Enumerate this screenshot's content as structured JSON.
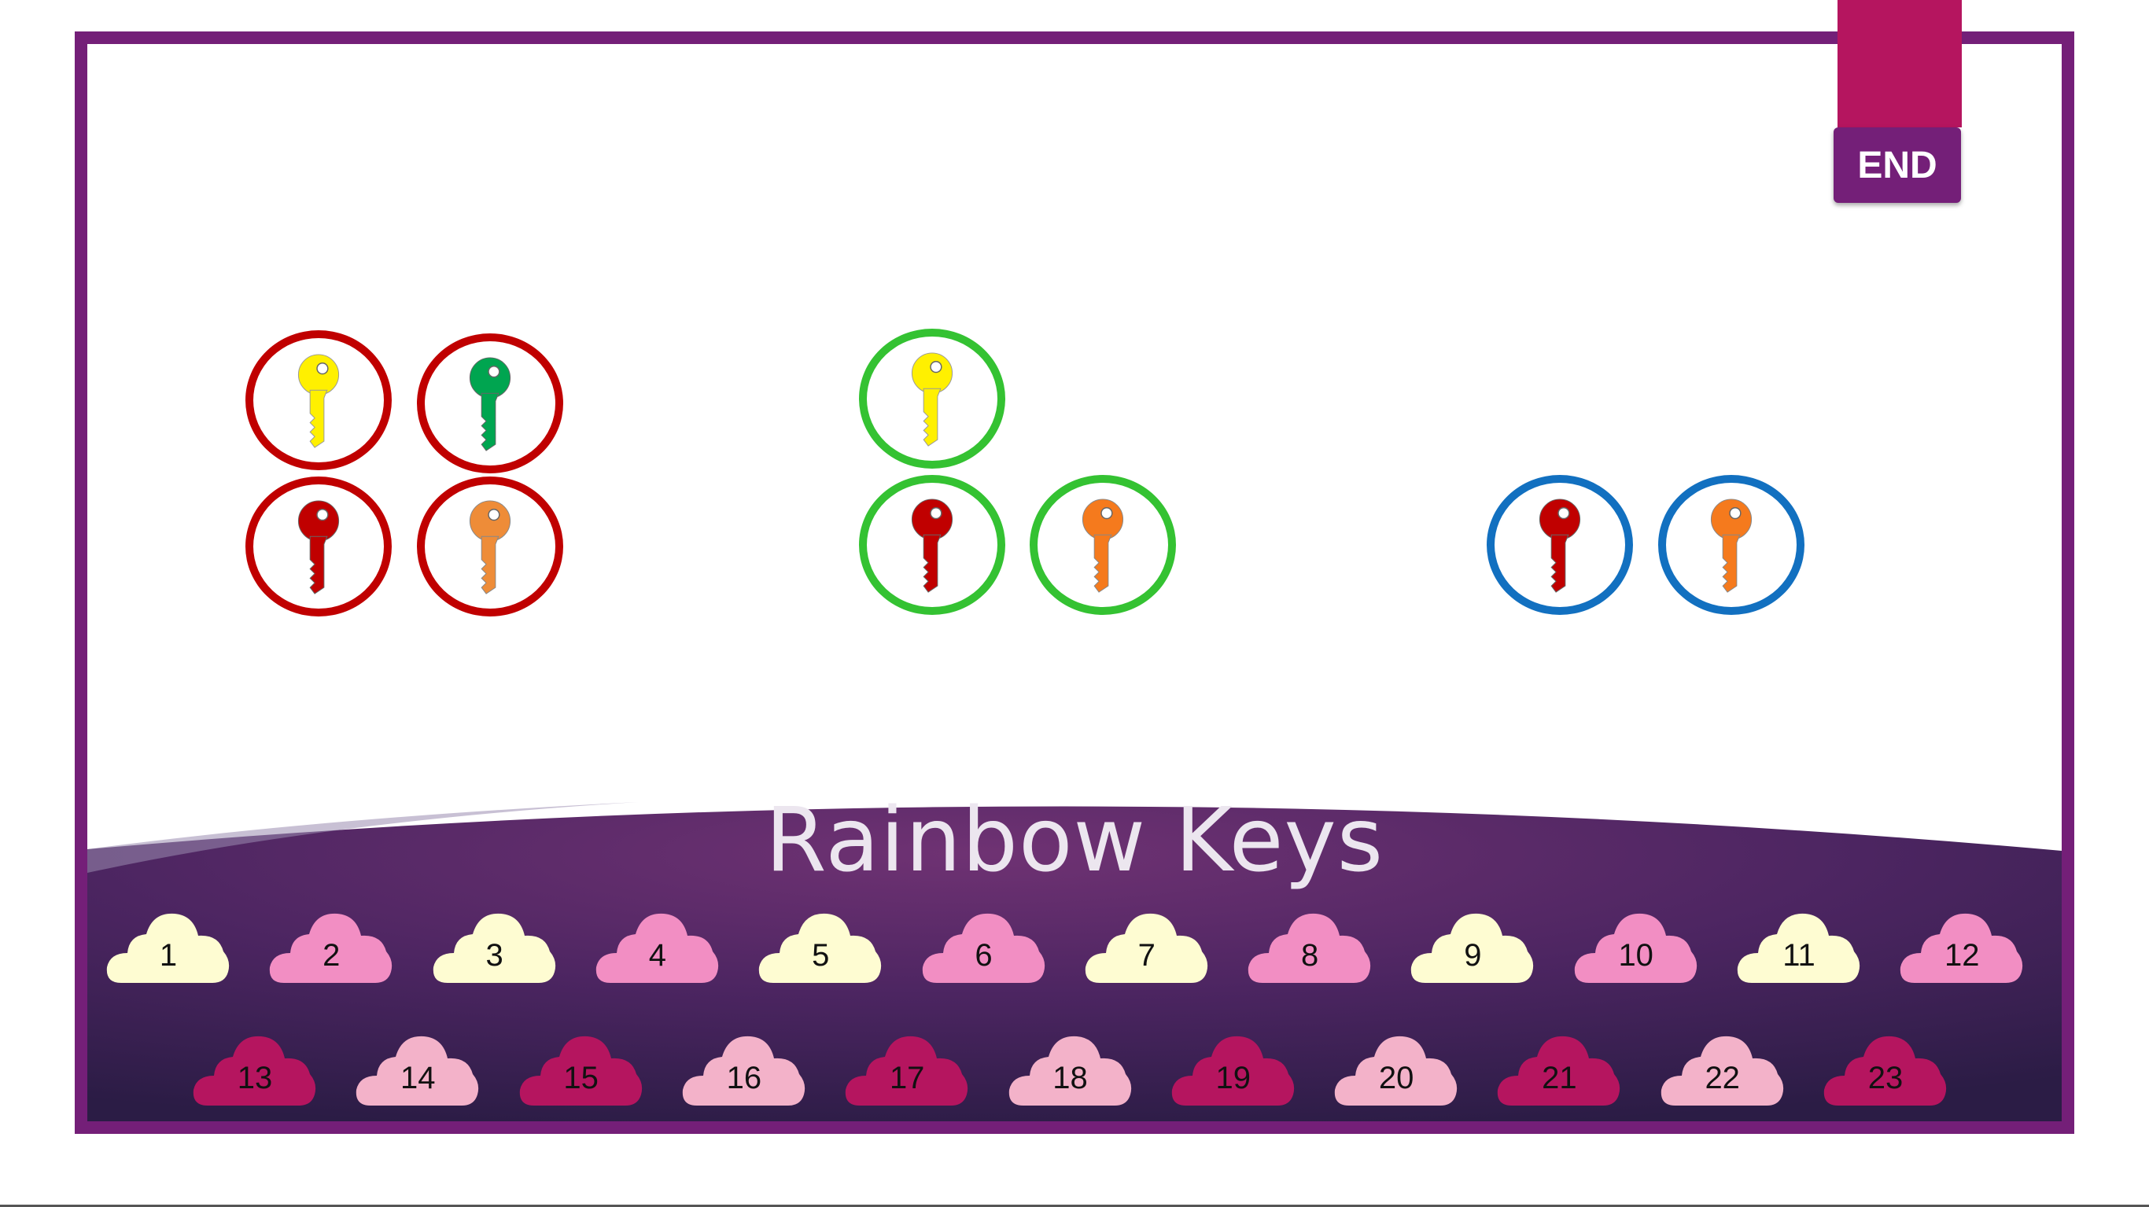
{
  "title": "Rainbow Keys",
  "end_button": {
    "label": "END"
  },
  "colors": {
    "frame": "#741f78",
    "end_tab": "#b5155f",
    "ring_red": "#c00000",
    "ring_green": "#34c232",
    "ring_blue": "#1270c0",
    "cloud_cream": "#fefcd2",
    "cloud_pink": "#f28ec3",
    "cloud_magenta": "#b5155f",
    "cloud_light_pink": "#f3b2c9"
  },
  "key_groups": [
    {
      "ring_color": "ring_red",
      "keys": [
        "yellow-key",
        "green-key",
        "red-key",
        "orange-key"
      ]
    },
    {
      "ring_color": "ring_green",
      "keys": [
        "yellow-key",
        "red-key",
        "orange-key"
      ]
    },
    {
      "ring_color": "ring_blue",
      "keys": [
        "red-key",
        "orange-key"
      ]
    }
  ],
  "clouds_row_1": [
    "1",
    "2",
    "3",
    "4",
    "5",
    "6",
    "7",
    "8",
    "9",
    "10",
    "11",
    "12"
  ],
  "clouds_row_2": [
    "13",
    "14",
    "15",
    "16",
    "17",
    "18",
    "19",
    "20",
    "21",
    "22",
    "23"
  ]
}
